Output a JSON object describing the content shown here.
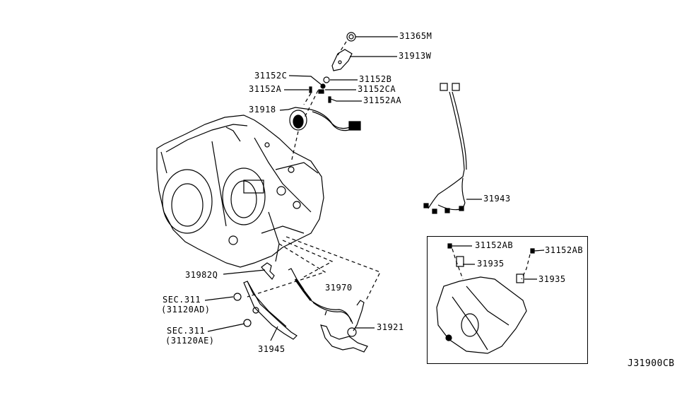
{
  "diagram": {
    "type": "exploded-parts-diagram",
    "subject": "Automatic transaxle control linkage and sensors",
    "reference_code": "J31900CB",
    "part_labels": [
      {
        "id": "31365M",
        "text": "31365M"
      },
      {
        "id": "31913W",
        "text": "31913W"
      },
      {
        "id": "31152C",
        "text": "31152C"
      },
      {
        "id": "31152B",
        "text": "31152B"
      },
      {
        "id": "31152A",
        "text": "31152A"
      },
      {
        "id": "31152CA",
        "text": "31152CA"
      },
      {
        "id": "31152AA",
        "text": "31152AA"
      },
      {
        "id": "31918",
        "text": "31918"
      },
      {
        "id": "31943",
        "text": "31943"
      },
      {
        "id": "31982Q",
        "text": "31982Q"
      },
      {
        "id": "sec311-ad",
        "text": "SEC.311",
        "subtext": "(31120AD)"
      },
      {
        "id": "sec311-ae",
        "text": "SEC.311",
        "subtext": "(31120AE)"
      },
      {
        "id": "31945",
        "text": "31945"
      },
      {
        "id": "31970",
        "text": "31970"
      },
      {
        "id": "31921",
        "text": "31921"
      }
    ],
    "inset_labels": [
      {
        "id": "31152AB-left",
        "text": "31152AB"
      },
      {
        "id": "31935-left",
        "text": "31935"
      },
      {
        "id": "31152AB-right",
        "text": "31152AB"
      },
      {
        "id": "31935-right",
        "text": "31935"
      }
    ]
  }
}
